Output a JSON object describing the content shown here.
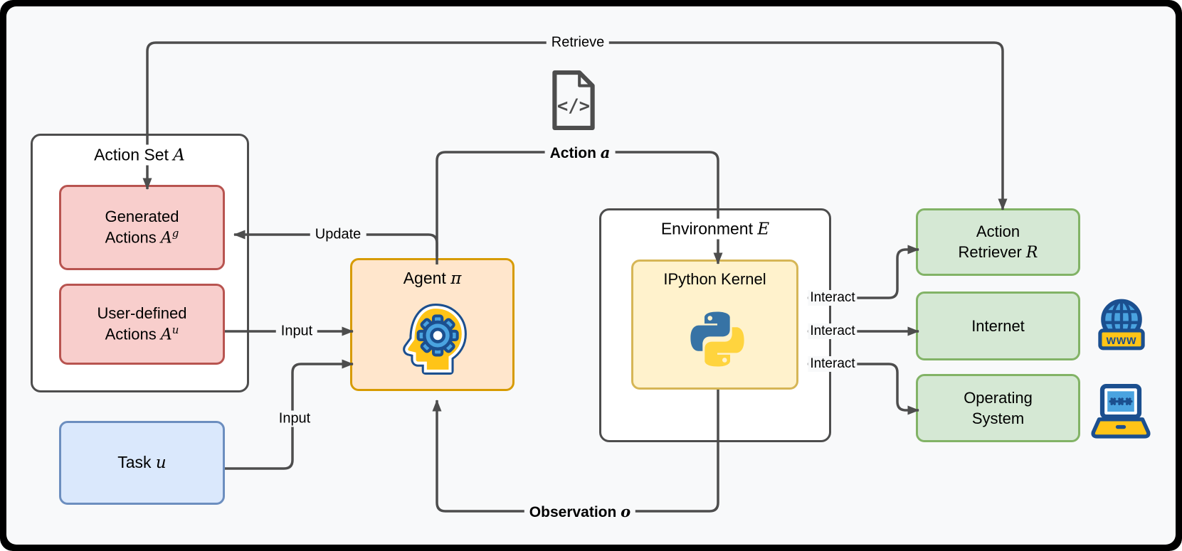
{
  "colors": {
    "canvas_bg": "#F8F9FA",
    "frame": "#000000",
    "arrow": "#4D4D4D",
    "red_fill": "#F8CECC",
    "red_stroke": "#B85450",
    "blue_fill": "#DAE8FC",
    "blue_stroke": "#6C8EBF",
    "orange_fill": "#FFE6CC",
    "orange_stroke": "#D79B00",
    "yellow_fill": "#FFF2CC",
    "yellow_stroke": "#D6B656",
    "green_fill": "#D5E8D4",
    "green_stroke": "#82B366",
    "icon_navy": "#1B4F8F",
    "icon_blue": "#4AA3E0",
    "icon_yellow": "#FFC417"
  },
  "nodes": {
    "action_set": {
      "title_text": "Action Set ",
      "title_math": "A"
    },
    "generated_actions": {
      "line1": "Generated",
      "line2_text": "Actions ",
      "line2_math": "A",
      "line2_sup": "g"
    },
    "user_defined_actions": {
      "line1": "User-defined",
      "line2_text": "Actions ",
      "line2_math": "A",
      "line2_sup": "u"
    },
    "task": {
      "text": "Task ",
      "math": "u"
    },
    "agent": {
      "text": "Agent ",
      "math": "π"
    },
    "environment": {
      "text": "Environment ",
      "math": "E"
    },
    "ipython_kernel": {
      "label": "IPython Kernel"
    },
    "action_retriever": {
      "line1": "Action",
      "line2_text": "Retriever ",
      "line2_math": "R"
    },
    "internet": {
      "label": "Internet"
    },
    "operating_system": {
      "line1": "Operating",
      "line2": "System"
    }
  },
  "edges": {
    "retrieve": {
      "label": "Retrieve"
    },
    "action": {
      "label_text": "Action ",
      "label_math": "a"
    },
    "update": {
      "label": "Update"
    },
    "input_user": {
      "label": "Input"
    },
    "input_task": {
      "label": "Input"
    },
    "observation": {
      "label_text": "Observation ",
      "label_math": "o"
    },
    "interact_retriever": {
      "label": "Interact"
    },
    "interact_internet": {
      "label": "Interact"
    },
    "interact_os": {
      "label": "Interact"
    }
  },
  "icons": {
    "code_file": "code-file-icon",
    "code_glyph": "</>",
    "agent_brain": "head-gear-icon",
    "python": "python-logo-icon",
    "globe": "globe-www-icon",
    "globe_banner_text": "www",
    "laptop": "laptop-password-icon",
    "laptop_screen_symbols": "***"
  }
}
